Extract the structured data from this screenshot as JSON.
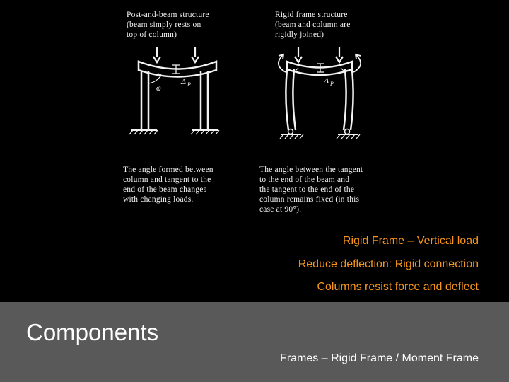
{
  "figure": {
    "left_caption": "Post-and-beam structure\n(beam simply rests on\ntop of column)",
    "right_caption": "Rigid frame structure\n(beam and column are\nrigidly joined)",
    "left_note": "The angle formed between\ncolumn and tangent to the\nend of the beam changes\nwith changing loads.",
    "right_note": "The angle between the tangent\nto the end of the beam and\nthe tangent to the end of the\ncolumn remains fixed (in this\ncase at 90°).",
    "phi_label": "φ",
    "delta_label": "Δ",
    "delta_sub": "P"
  },
  "notes": {
    "line1": "Rigid Frame – Vertical load",
    "line2": "Reduce deflection: Rigid connection",
    "line3": "Columns resist force and deflect"
  },
  "footer": {
    "title": "Components",
    "subtitle": "Frames – Rigid Frame / Moment Frame"
  }
}
